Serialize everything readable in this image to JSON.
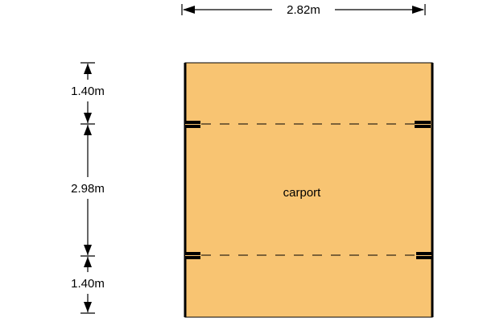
{
  "dimensions": {
    "width_top": "2.82m",
    "left_segments": [
      "1.40m",
      "2.98m",
      "1.40m"
    ]
  },
  "room": {
    "name": "carport",
    "fill_color": "#f8c472",
    "outline_color": "#000000"
  },
  "colors": {
    "dimension_line": "#000000",
    "beam_dashes": "#000000"
  }
}
